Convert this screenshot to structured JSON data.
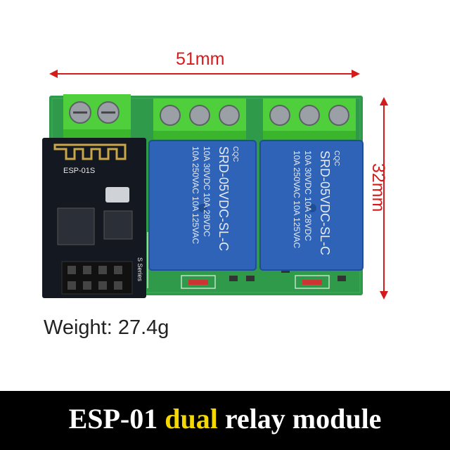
{
  "dimensions": {
    "width": "51mm",
    "height": "32mm"
  },
  "weight": "Weight: 27.4g",
  "module_label": "ESP-01S",
  "module_series": "S Series",
  "relay_text": {
    "line1": "10A 250VAC 10A 125VAC",
    "line2": "10A 30VDC 10A 28VDC",
    "model": "SRD-05VDC-SL-C",
    "cert": "CQC"
  },
  "banner": {
    "part1": "ESP-01 ",
    "highlight": "dual",
    "part2": " relay module"
  },
  "colors": {
    "pcb": "#2f9a4a",
    "relay": "#2e63b8",
    "terminal": "#4fcf3c",
    "accent": "#d41c1c",
    "highlight": "#f5d800"
  }
}
